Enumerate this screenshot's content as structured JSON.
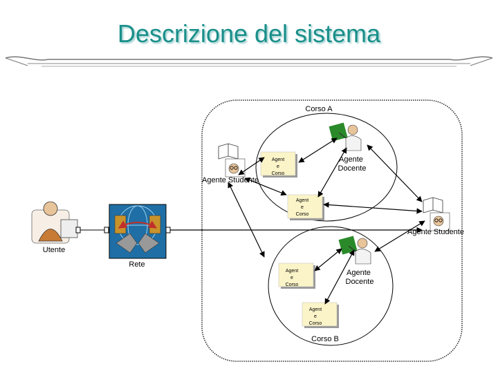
{
  "slide": {
    "title": "Descrizione del sistema"
  },
  "diagram": {
    "course_a": "Corso A",
    "course_b": "Corso B",
    "agente_docente": "Agente Docente",
    "agente_studente": "Agente Studente",
    "agent_corso_line1": "Agent",
    "agent_corso_line2": "e",
    "agent_corso_line3": "Corso",
    "utente": "Utente",
    "rete": "Rete"
  },
  "colors": {
    "title": "#1a8f8a",
    "stickynote": "#fbf4c8",
    "network_blue": "#1f6fa6",
    "arrow_red": "#c0302a"
  }
}
